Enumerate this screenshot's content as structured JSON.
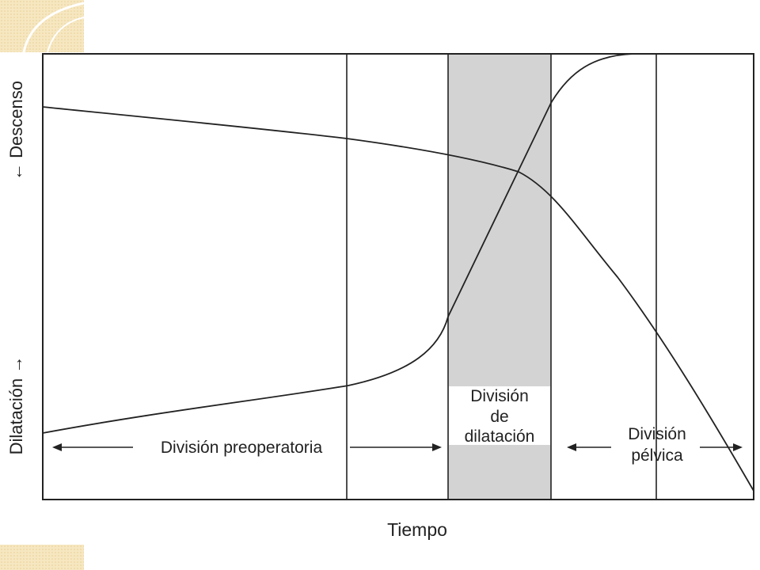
{
  "figure": {
    "y_axis_top": "← Descenso",
    "y_axis_bottom": "Dilatación →",
    "x_axis": "Tiempo"
  },
  "phases": {
    "preparatory": "División preoperatoria",
    "dilatation_line1": "División",
    "dilatation_line2": "de",
    "dilatation_line3": "dilatación",
    "pelvic_line1": "División",
    "pelvic_line2": "pélvica"
  },
  "colors": {
    "shaded_phase": "#d3d3d3",
    "lines": "#222222",
    "corner_decoration": "#f3e3b8"
  }
}
